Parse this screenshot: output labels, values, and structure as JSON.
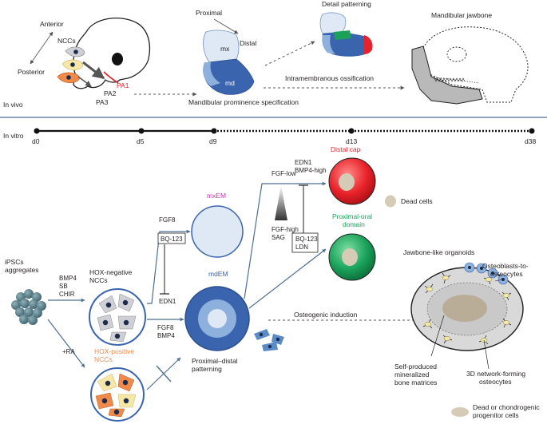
{
  "in_vivo": {
    "anterior": "Anterior",
    "posterior": "Posterior",
    "nccs": "NCCs",
    "pa1": "PA1",
    "pa2": "PA2",
    "pa3": "PA3",
    "in_vivo_label": "In vivo",
    "proximal": "Proximal",
    "distal": "Distal",
    "mx": "mx",
    "md": "md",
    "prominence_caption": "Mandibular prominence specification",
    "detail_patterning": "Detail patterning",
    "intramembranous": "Intramembranous ossification",
    "jawbone_title": "Mandibular jawbone"
  },
  "timeline": {
    "label": "In vitro",
    "days": [
      "d0",
      "d5",
      "d9",
      "d13",
      "d38"
    ]
  },
  "in_vitro": {
    "ipsc_line1": "iPSCs",
    "ipsc_line2": "aggregates",
    "bmp4": "BMP4",
    "sb": "SB",
    "chir": "CHIR",
    "ra": "+RA",
    "hox_neg_line1": "HOX-negative",
    "hox_neg_line2": "NCCs",
    "hox_pos_line1": "HOX-positive",
    "hox_pos_line2": "NCCs",
    "fgf8_top": "FGF8",
    "bq123_top": "BQ-123",
    "edn1_mid": "EDN1",
    "fgf8_mid": "FGF8",
    "bmp4_mid": "BMP4",
    "mxem": "mxEM",
    "mdem": "mdEM",
    "pd_line1": "Proximal–distal",
    "pd_line2": "patterning",
    "fgf_low": "FGF-low",
    "fgf_high": "FGF-high",
    "sag": "SAG",
    "edn1_right": "EDN1",
    "bmp4_high": "BMP4-high",
    "bq123_right": "BQ-123",
    "ldn": "LDN",
    "distal_cap": "Distal cap",
    "proximal_oral_line1": "Proximal-oral",
    "proximal_oral_line2": "domain",
    "dead_cells": "Dead cells",
    "osteogenic": "Osteogenic induction",
    "jawbone_organoids": "Jawbone-like organoids",
    "osteoblasts_line1": "Osteoblasts-to-",
    "osteoblasts_line2": "osteocytes",
    "matrix_line1": "Self-produced",
    "matrix_line2": "mineralized",
    "matrix_line3": "bone matrices",
    "network_line1": "3D network-forming",
    "network_line2": "osteocytes",
    "progenitor_line1": "Dead or chondrogenic",
    "progenitor_line2": "progenitor cells"
  },
  "colors": {
    "pa1_red": "#e8222a",
    "mxem_magenta": "#c935b4",
    "hox_positive_orange": "#f08a4b",
    "distal_cap_red": "#e8222a",
    "proximal_oral_green": "#1aa15a",
    "md_blue": "#3a64ad",
    "divider_blue": "#8da2bd"
  }
}
